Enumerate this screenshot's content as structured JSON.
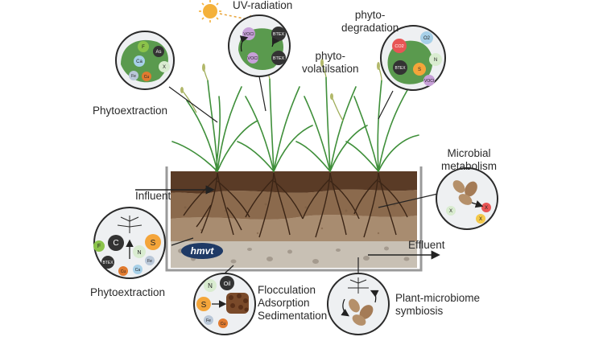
{
  "labels": {
    "uv_radiation": "UV-radiation",
    "phytodegradation": [
      "phyto-",
      "degradation"
    ],
    "phytovolatilisation": [
      "phyto-",
      "volatilsation"
    ],
    "phytoextraction_top": "Phytoextraction",
    "phytoextraction_bottom": "Phytoextraction",
    "influent": "Influent",
    "effluent": "Effluent",
    "microbial_metabolism": [
      "Microbial",
      "metabolism"
    ],
    "flocculation": [
      "Flocculation",
      "Adsorption",
      "Sedimentation"
    ],
    "plant_microbiome": [
      "Plant-microbiome",
      "symbiosis"
    ],
    "logo": "hmvt"
  },
  "circles": {
    "phytoextraction_leaf": [
      "F",
      "As",
      "Ca",
      "X",
      "Fe",
      "Cu"
    ],
    "volatilisation": [
      "VOCl",
      "BTEX",
      "VOCl",
      "BTEX"
    ],
    "degradation": [
      "CO2",
      "O2",
      "BTEX",
      "S",
      "N",
      "VOCl"
    ],
    "microbial": [
      "X",
      "X",
      "X"
    ],
    "root_extraction": [
      "C",
      "S",
      "F",
      "N",
      "BTEX",
      "Fe",
      "Ca",
      "Cu"
    ],
    "flocculation": [
      "Oil",
      "N",
      "S",
      "Fe",
      "Cu"
    ]
  },
  "colors": {
    "grass": "#3f8f3a",
    "topsoil": "#5a3b26",
    "subsoil": "#8b6a4d",
    "sand": "#c8b6a0",
    "gravel": "#b8b0a4",
    "container": "#9a9a9a",
    "circle_bg": "#eef0f2"
  }
}
